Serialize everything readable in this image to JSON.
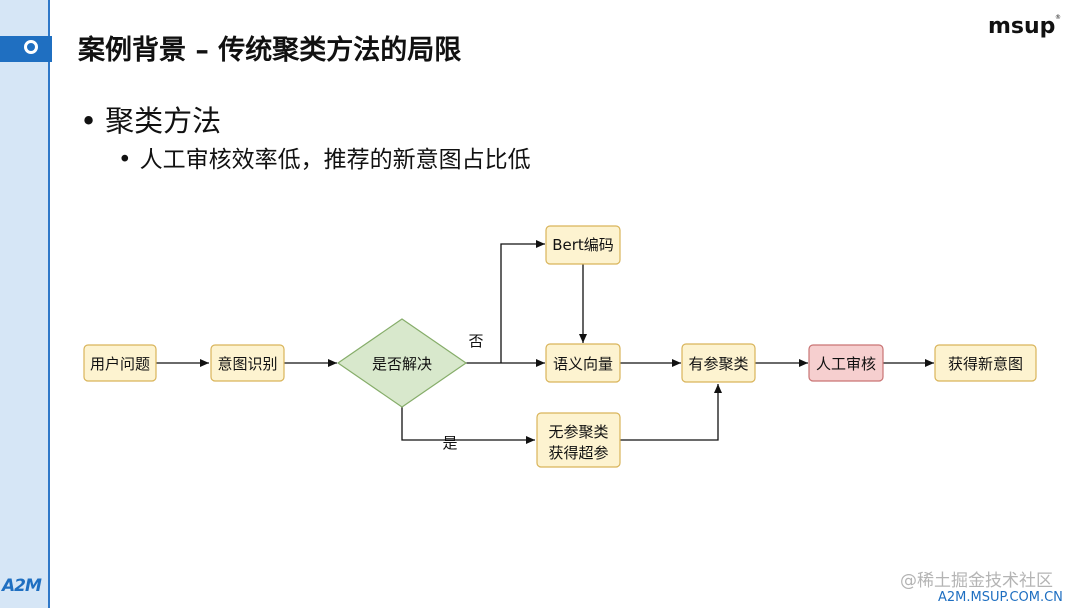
{
  "slide": {
    "title": "案例背景 – 传统聚类方法的局限",
    "logo": "msup",
    "logo_mark": "®",
    "brand": "A2M",
    "bullet_main": "聚类方法",
    "bullet_sub": "人工审核效率低，推荐的新意图占比低",
    "watermark": "@稀土掘金技术社区",
    "footer_url": "A2M.MSUP.COM.CN"
  },
  "diagram": {
    "nodes": {
      "user_question": "用户问题",
      "intent_recognition": "意图识别",
      "resolved_decision": "是否解决",
      "bert_encoding": "Bert编码",
      "semantic_vector": "语义向量",
      "param_clustering": "有参聚类",
      "nonparam_line1": "无参聚类",
      "nonparam_line2": "获得超参",
      "manual_review": "人工审核",
      "new_intent": "获得新意图"
    },
    "edge_labels": {
      "no": "否",
      "yes": "是"
    },
    "colors": {
      "box_fill": "#fdf3d0",
      "box_stroke": "#d9b45a",
      "diamond_fill": "#d8e8cc",
      "diamond_stroke": "#86ad6a",
      "review_fill": "#f6cfcf",
      "review_stroke": "#c97474",
      "accent": "#1f6fc1"
    }
  }
}
